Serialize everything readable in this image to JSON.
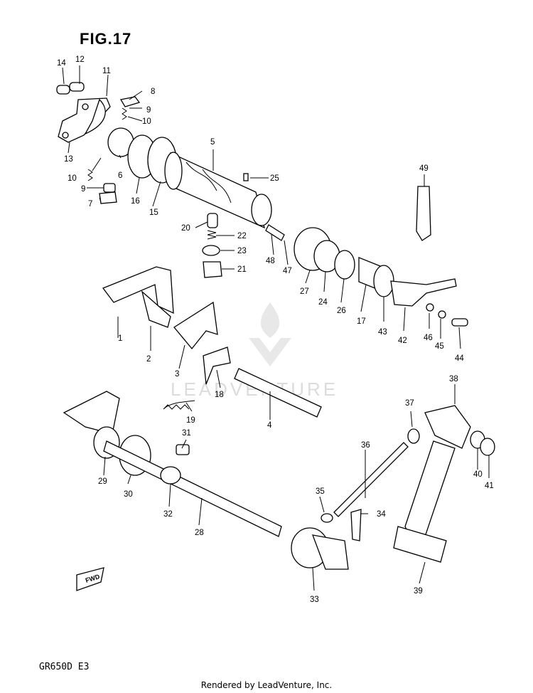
{
  "figure": {
    "title": "FIG.17",
    "model": "GR650D E3",
    "footer": "Rendered by LeadVenture, Inc."
  },
  "watermark": {
    "text": "LEADVENTURE"
  },
  "parts": [
    {
      "label": "1"
    },
    {
      "label": "2"
    },
    {
      "label": "3"
    },
    {
      "label": "4"
    },
    {
      "label": "5"
    },
    {
      "label": "6"
    },
    {
      "label": "7"
    },
    {
      "label": "8"
    },
    {
      "label": "9"
    },
    {
      "label": "9"
    },
    {
      "label": "10"
    },
    {
      "label": "10"
    },
    {
      "label": "11"
    },
    {
      "label": "12"
    },
    {
      "label": "13"
    },
    {
      "label": "14"
    },
    {
      "label": "15"
    },
    {
      "label": "16"
    },
    {
      "label": "17"
    },
    {
      "label": "18"
    },
    {
      "label": "19"
    },
    {
      "label": "20"
    },
    {
      "label": "21"
    },
    {
      "label": "22"
    },
    {
      "label": "23"
    },
    {
      "label": "24"
    },
    {
      "label": "25"
    },
    {
      "label": "26"
    },
    {
      "label": "27"
    },
    {
      "label": "28"
    },
    {
      "label": "29"
    },
    {
      "label": "30"
    },
    {
      "label": "31"
    },
    {
      "label": "32"
    },
    {
      "label": "33"
    },
    {
      "label": "34"
    },
    {
      "label": "35"
    },
    {
      "label": "36"
    },
    {
      "label": "37"
    },
    {
      "label": "38"
    },
    {
      "label": "39"
    },
    {
      "label": "40"
    },
    {
      "label": "41"
    },
    {
      "label": "42"
    },
    {
      "label": "43"
    },
    {
      "label": "44"
    },
    {
      "label": "45"
    },
    {
      "label": "46"
    },
    {
      "label": "47"
    },
    {
      "label": "48"
    },
    {
      "label": "49"
    }
  ],
  "fwd_label": "FWD"
}
